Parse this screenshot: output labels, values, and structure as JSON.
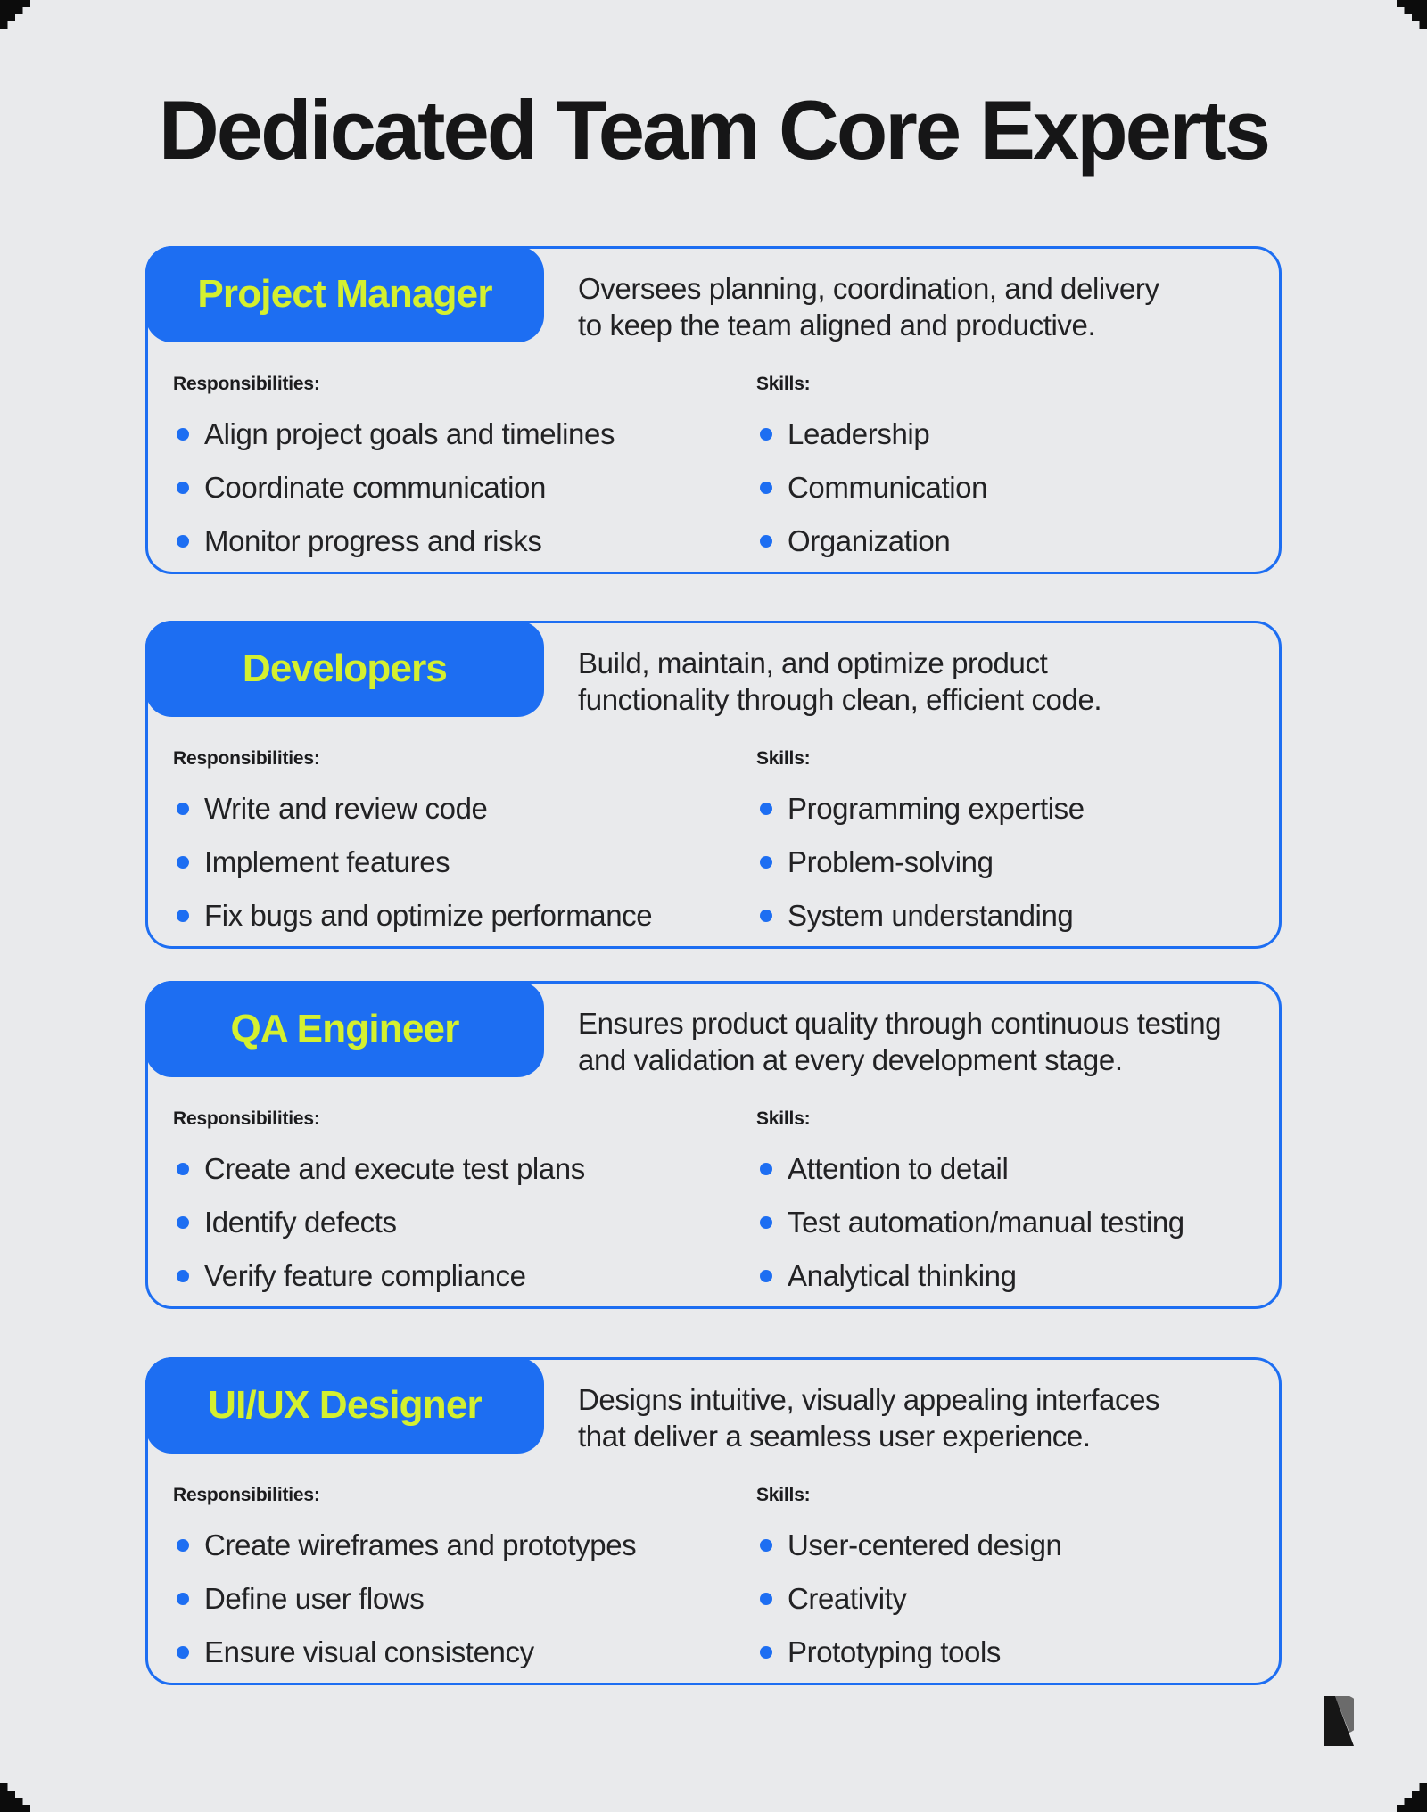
{
  "page": {
    "title": "Dedicated Team Core Experts",
    "background_color": "#e9eaec",
    "accent_blue": "#1d6ef2",
    "accent_yellow": "#d4f02f",
    "text_color": "#1d1d1f",
    "corner_decoration_color": "#0c0c0c"
  },
  "labels": {
    "responsibilities": "Responsibilities:",
    "skills": "Skills:"
  },
  "cards": [
    {
      "role": "Project Manager",
      "description": "Oversees planning, coordination, and delivery\nto keep the team aligned and productive.",
      "responsibilities": [
        "Align project goals and timelines",
        "Coordinate communication",
        "Monitor progress and risks"
      ],
      "skills": [
        "Leadership",
        "Communication",
        "Organization"
      ]
    },
    {
      "role": "Developers",
      "description": "Build, maintain, and optimize product\nfunctionality through clean, efficient code.",
      "responsibilities": [
        "Write and review code",
        "Implement features",
        "Fix bugs and optimize performance"
      ],
      "skills": [
        "Programming expertise",
        "Problem-solving",
        "System understanding"
      ]
    },
    {
      "role": "QA Engineer",
      "description": "Ensures product quality through continuous testing\nand validation at every development stage.",
      "responsibilities": [
        "Create and execute test plans",
        "Identify defects",
        "Verify feature compliance"
      ],
      "skills": [
        "Attention to detail",
        "Test automation/manual testing",
        "Analytical thinking"
      ]
    },
    {
      "role": "UI/UX Designer",
      "description": "Designs intuitive, visually appealing interfaces\nthat deliver a seamless user experience.",
      "responsibilities": [
        "Create wireframes and prototypes",
        "Define user flows",
        "Ensure visual consistency"
      ],
      "skills": [
        "User-centered design",
        "Creativity",
        "Prototyping tools"
      ]
    }
  ],
  "icons": {
    "bullet": "bullet-dot-icon",
    "corners": [
      "pixel-corner-top-left",
      "pixel-corner-top-right",
      "pixel-corner-bottom-left",
      "pixel-corner-bottom-right"
    ],
    "logo": "letter-r-logo"
  }
}
